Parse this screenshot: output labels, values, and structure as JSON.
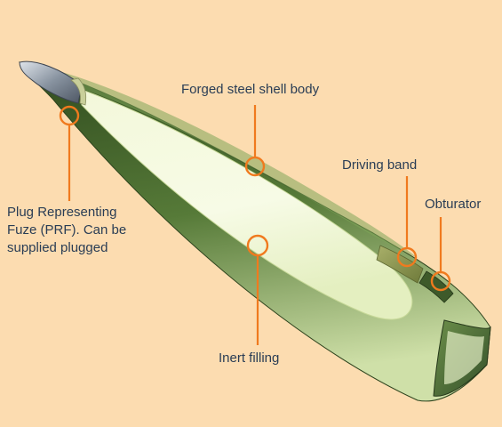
{
  "callouts": {
    "shell_body": "Forged steel shell body",
    "driving_band": "Driving band",
    "obturator": "Obturator",
    "fuze_plug": [
      "Plug Representing",
      "Fuze (PRF). Can be",
      "supplied plugged"
    ],
    "inert_filling": "Inert filling"
  },
  "colors": {
    "background": "#fcdcb0",
    "callout": "#f07a1e",
    "label_text": "#2a3d55",
    "shell_dark_green": "#3f5c2a",
    "shell_light": "#eef5d2"
  }
}
